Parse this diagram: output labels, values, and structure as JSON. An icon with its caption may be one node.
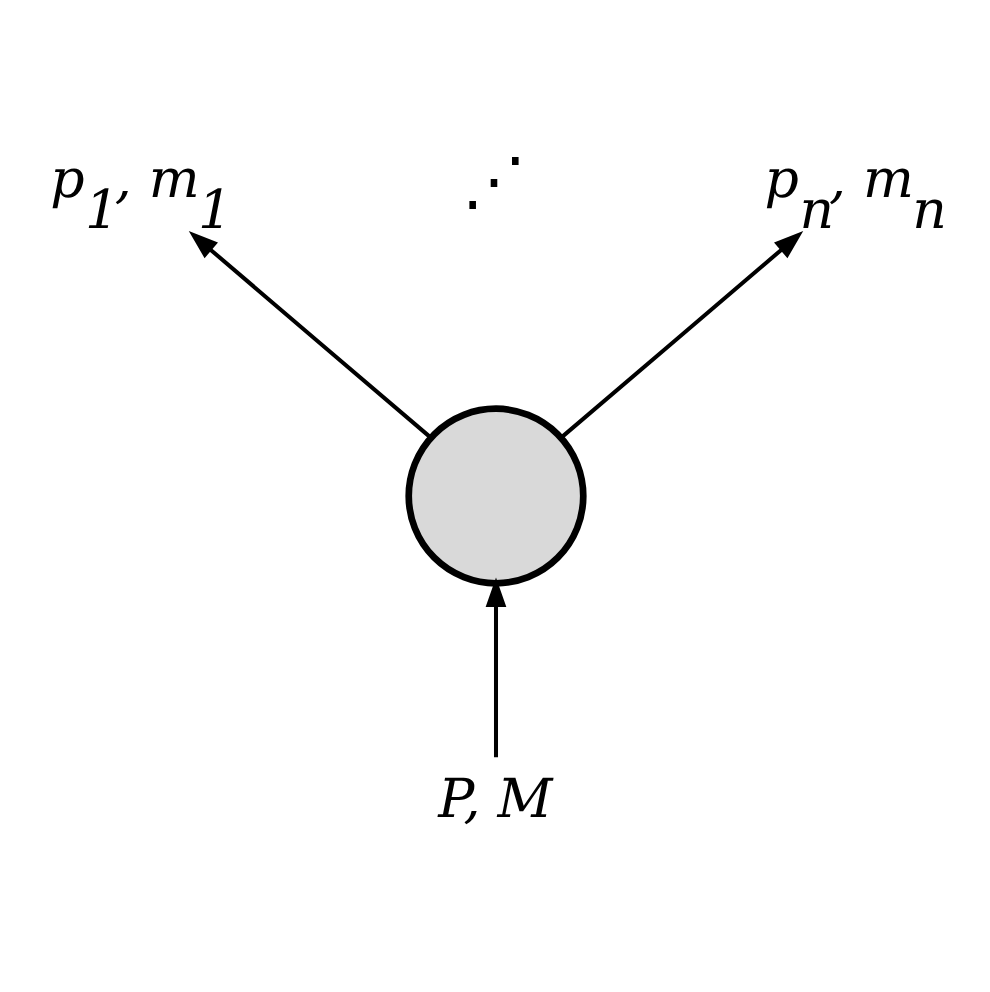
{
  "diagram": {
    "nodes": [
      {
        "text": [
          "p$_{n}$, m$_{n}$"
        ]
      },
      {
        "text": [
          "p$_{1}$, m$_{1}$"
        ]
      },
      {
        "text": [],
        "shape": "circle"
      },
      {
        "text": [
          "P, M"
        ]
      }
    ],
    "edges": [
      {
        "from": 3,
        "to": 2,
        "arrow": "to"
      },
      {
        "from": 2,
        "to": 1,
        "arrow": "to"
      },
      {
        "from": 2,
        "to": 0,
        "arrow": "to"
      }
    ],
    "labels": [
      "⋰"
    ]
  }
}
